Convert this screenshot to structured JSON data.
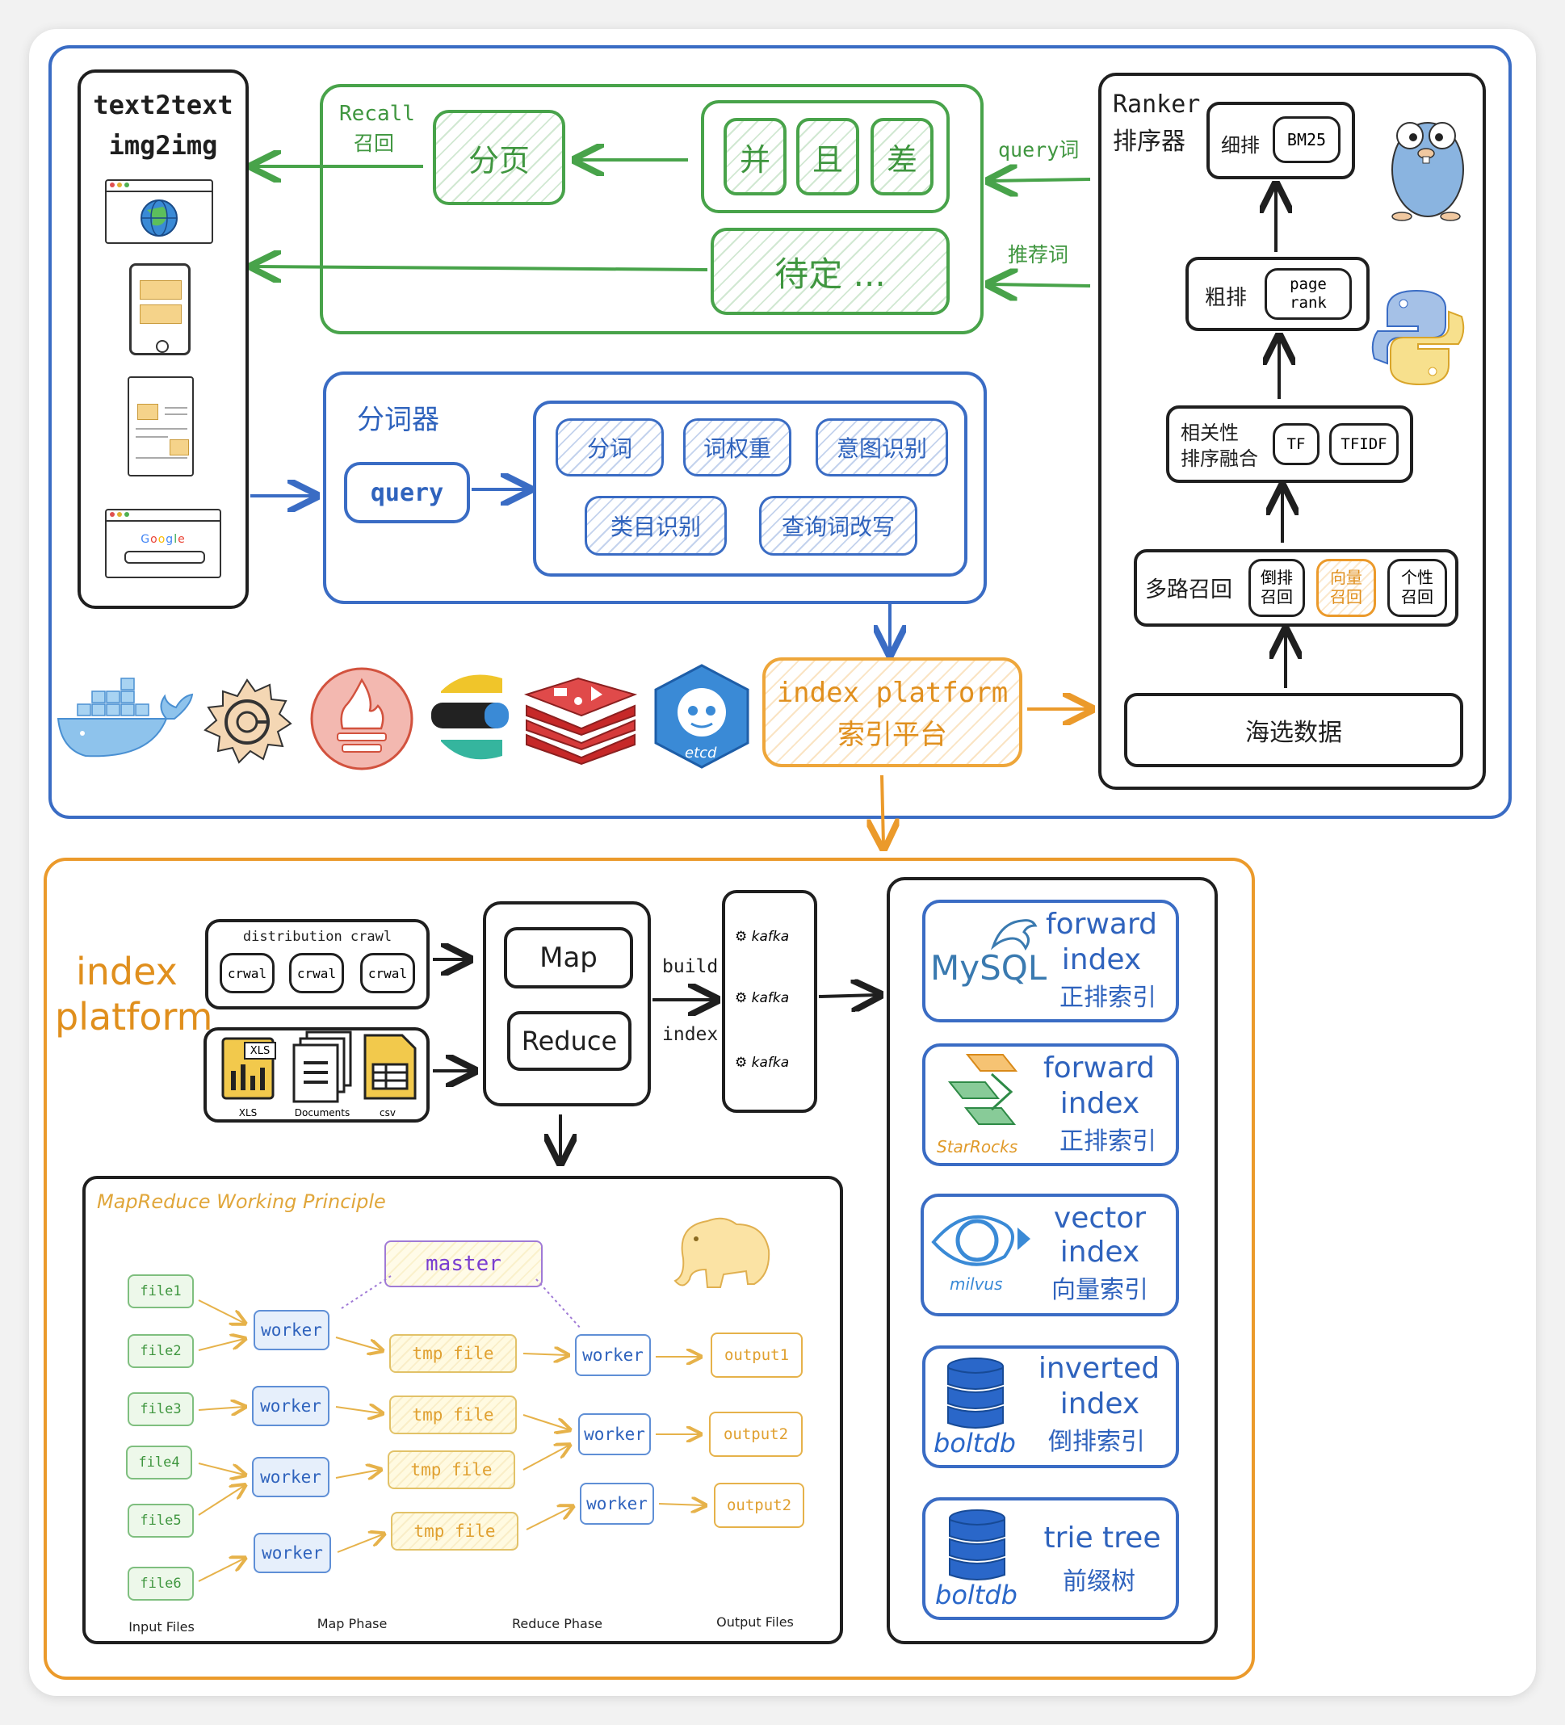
{
  "left_panel": {
    "title_line1": "text2text",
    "title_line2": "img2img"
  },
  "recall": {
    "label_en": "Recall",
    "label_zh": "召回",
    "pagination": "分页",
    "ops": [
      "并",
      "且",
      "差"
    ],
    "pending": "待定 ..."
  },
  "inputs": {
    "query_word": "query词",
    "recommend_word": "推荐词"
  },
  "tokenizer": {
    "title": "分词器",
    "query": "query",
    "funcs_row1": [
      "分词",
      "词权重",
      "意图识别"
    ],
    "funcs_row2": [
      "类目识别",
      "查询词改写"
    ]
  },
  "ranker": {
    "title_en": "Ranker",
    "title_zh": "排序器",
    "fine": {
      "label": "细排",
      "method": "BM25"
    },
    "coarse": {
      "label": "粗排",
      "method_line1": "page",
      "method_line2": "rank"
    },
    "fusion": {
      "label_line1": "相关性",
      "label_line2": "排序融合",
      "methods": [
        "TF",
        "TFIDF"
      ]
    },
    "multi_recall": {
      "label": "多路召回",
      "items": [
        {
          "line1": "倒排",
          "line2": "召回",
          "highlight": false
        },
        {
          "line1": "向量",
          "line2": "召回",
          "highlight": true
        },
        {
          "line1": "个性",
          "line2": "召回",
          "highlight": false
        }
      ]
    },
    "data_source": "海选数据"
  },
  "index_platform_box": {
    "en": "index platform",
    "zh": "索引平台"
  },
  "index_section": {
    "title_line1": "index",
    "title_line2": "platform",
    "crawl": {
      "title": "distribution crawl",
      "items": [
        "crwal",
        "crwal",
        "crwal"
      ]
    },
    "files": {
      "xls_badge": "XLS",
      "labels": [
        "XLS",
        "Documents",
        "csv"
      ]
    },
    "mapreduce": {
      "map": "Map",
      "reduce": "Reduce",
      "build": "build",
      "index": "index"
    },
    "kafka": [
      "kafka",
      "kafka",
      "kafka"
    ]
  },
  "index_types": [
    {
      "brand": "MySQL",
      "line1": "forward",
      "line2": "index",
      "zh": "正排索引"
    },
    {
      "brand": "StarRocks",
      "line1": "forward",
      "line2": "index",
      "zh": "正排索引"
    },
    {
      "brand": "milvus",
      "line1": "vector",
      "line2": "index",
      "zh": "向量索引"
    },
    {
      "brand": "boltdb",
      "line1": "inverted",
      "line2": "index",
      "zh": "倒排索引"
    },
    {
      "brand": "boltdb",
      "line1": "trie tree",
      "line2": "",
      "zh": "前缀树"
    }
  ],
  "mr_principle": {
    "title": "MapReduce Working Principle",
    "master": "master",
    "files": [
      "file1",
      "file2",
      "file3",
      "file4",
      "file5",
      "file6"
    ],
    "map_workers": [
      "worker",
      "worker",
      "worker",
      "worker"
    ],
    "tmp_files": [
      "tmp file",
      "tmp file",
      "tmp file",
      "tmp file"
    ],
    "reduce_workers": [
      "worker",
      "worker",
      "worker"
    ],
    "outputs": [
      "output1",
      "output2",
      "output2"
    ],
    "phases": [
      "Input Files",
      "Map Phase",
      "Reduce Phase",
      "Output Files"
    ]
  },
  "colors": {
    "blue": "#3a6cc4",
    "green": "#48a34a",
    "orange": "#eb9a2b",
    "dark": "#1f1f1f"
  }
}
